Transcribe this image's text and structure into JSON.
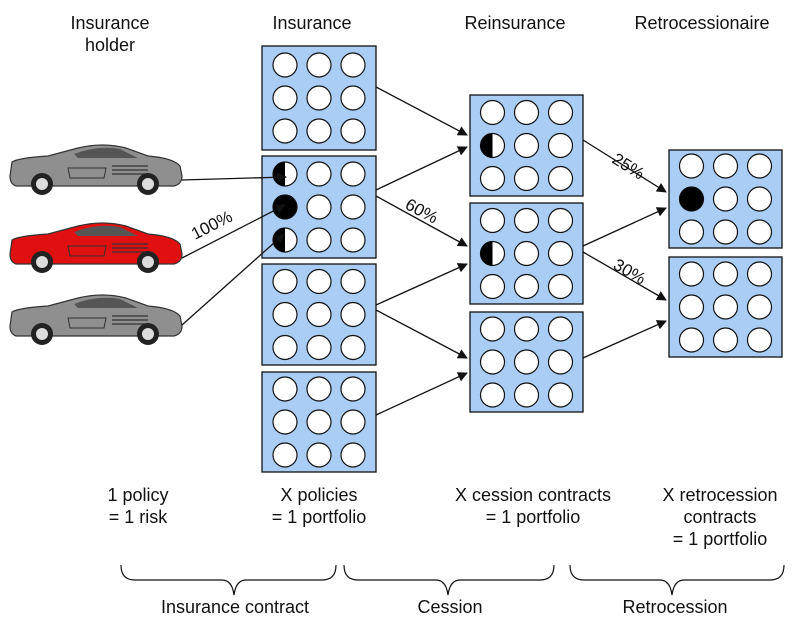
{
  "columns": {
    "holder": "Insurance\nholder",
    "insurance": "Insurance",
    "reinsurance": "Reinsurance",
    "retro": "Retrocessionaire"
  },
  "arrows": {
    "p100": "100%",
    "p60": "60%",
    "p25": "25%",
    "p30": "30%"
  },
  "bottom": {
    "holder": "1 policy\n= 1 risk",
    "insurance": "X policies\n= 1 portfolio",
    "reinsurance": "X cession contracts\n= 1 portfolio",
    "retro": "X retrocession\ncontracts\n= 1 portfolio"
  },
  "brackets": {
    "contract": "Insurance contract",
    "cession": "Cession",
    "retrocession": "Retrocession"
  },
  "colors": {
    "box_fill": "#a9cdf5",
    "car_grey": "#8f8f8f",
    "car_red": "#e01010"
  }
}
